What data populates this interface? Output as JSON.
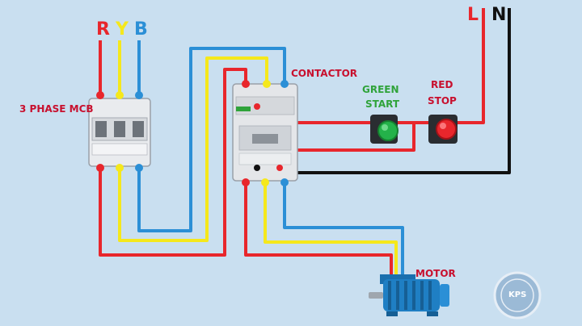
{
  "labels": {
    "phase_r": "R",
    "phase_y": "Y",
    "phase_b": "B",
    "line_l": "L",
    "line_n": "N",
    "mcb": "3 PHASE MCB",
    "contactor": "CONTACTOR",
    "start_line1": "GREEN",
    "start_line2": "START",
    "stop_line1": "RED",
    "stop_line2": "STOP",
    "motor": "MOTOR",
    "watermark": "KPS"
  },
  "colors": {
    "background": "#c9dff0",
    "phase_red": "#e8262c",
    "phase_yellow": "#f5e81c",
    "phase_blue": "#2b8fd6",
    "neutral_black": "#111111",
    "label_red": "#c8102e",
    "label_green": "#2fa33a",
    "motor_blue": "#1f7fc4"
  },
  "icons": {
    "mcb": "three-pole-breaker-icon",
    "contactor": "contactor-icon",
    "start": "green-push-button-icon",
    "stop": "red-push-button-icon",
    "motor": "electric-motor-icon",
    "watermark": "logo-watermark"
  }
}
